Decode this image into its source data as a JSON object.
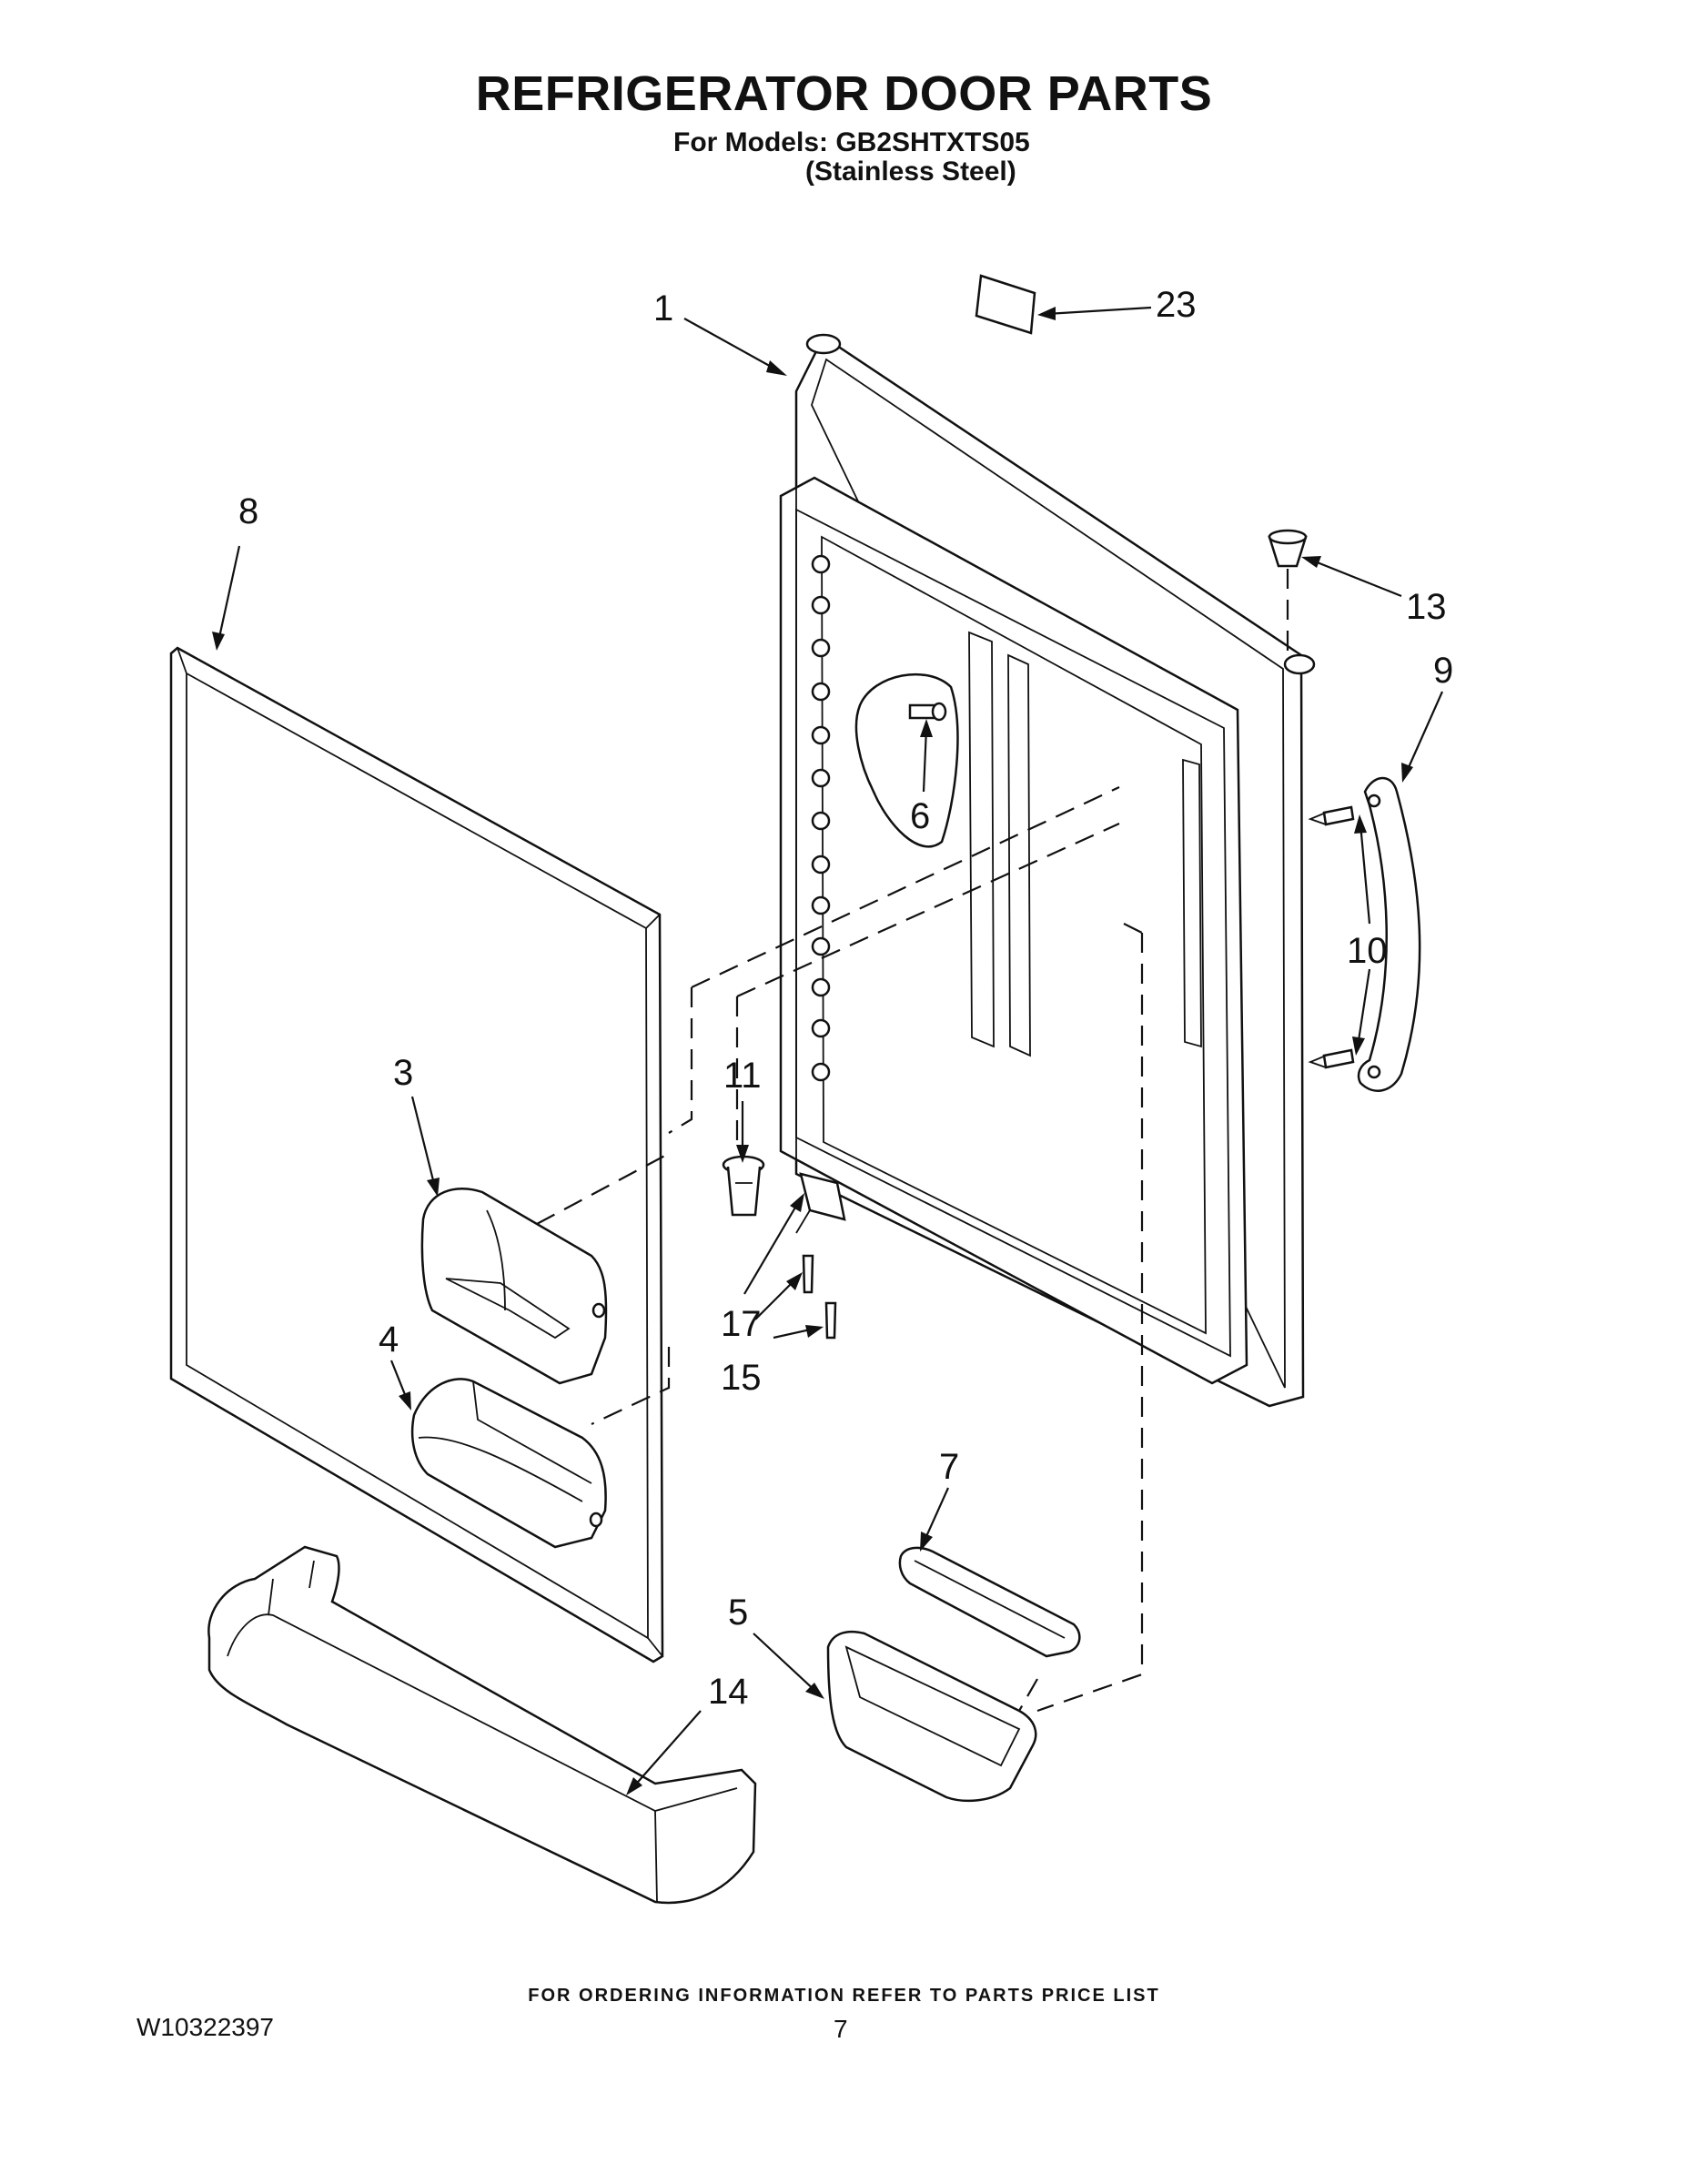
{
  "header": {
    "title": "REFRIGERATOR DOOR PARTS",
    "models_line": "For Models: GB2SHTXTS05",
    "finish_line": "(Stainless Steel)"
  },
  "callouts": [
    "1",
    "23",
    "8",
    "13",
    "9",
    "6",
    "10",
    "3",
    "11",
    "17",
    "15",
    "4",
    "7",
    "5",
    "14"
  ],
  "footer": {
    "ordering_note": "FOR ORDERING INFORMATION REFER TO PARTS PRICE LIST",
    "document_number": "W10322397",
    "page_number": "7"
  }
}
